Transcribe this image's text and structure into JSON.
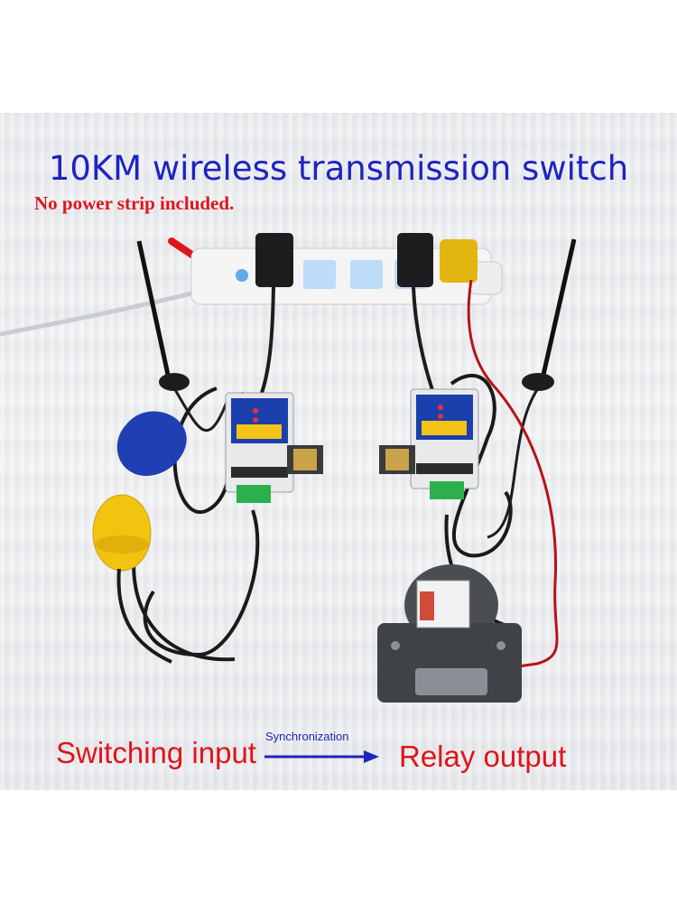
{
  "title": "10KM wireless transmission switch",
  "note": "No power strip included.",
  "labels": {
    "input": "Switching input",
    "sync": "Synchronization",
    "output": "Relay output"
  },
  "colors": {
    "title": "#1d24c0",
    "note": "#e0141a",
    "label": "#e0141a",
    "arrow": "#1d24c0"
  }
}
